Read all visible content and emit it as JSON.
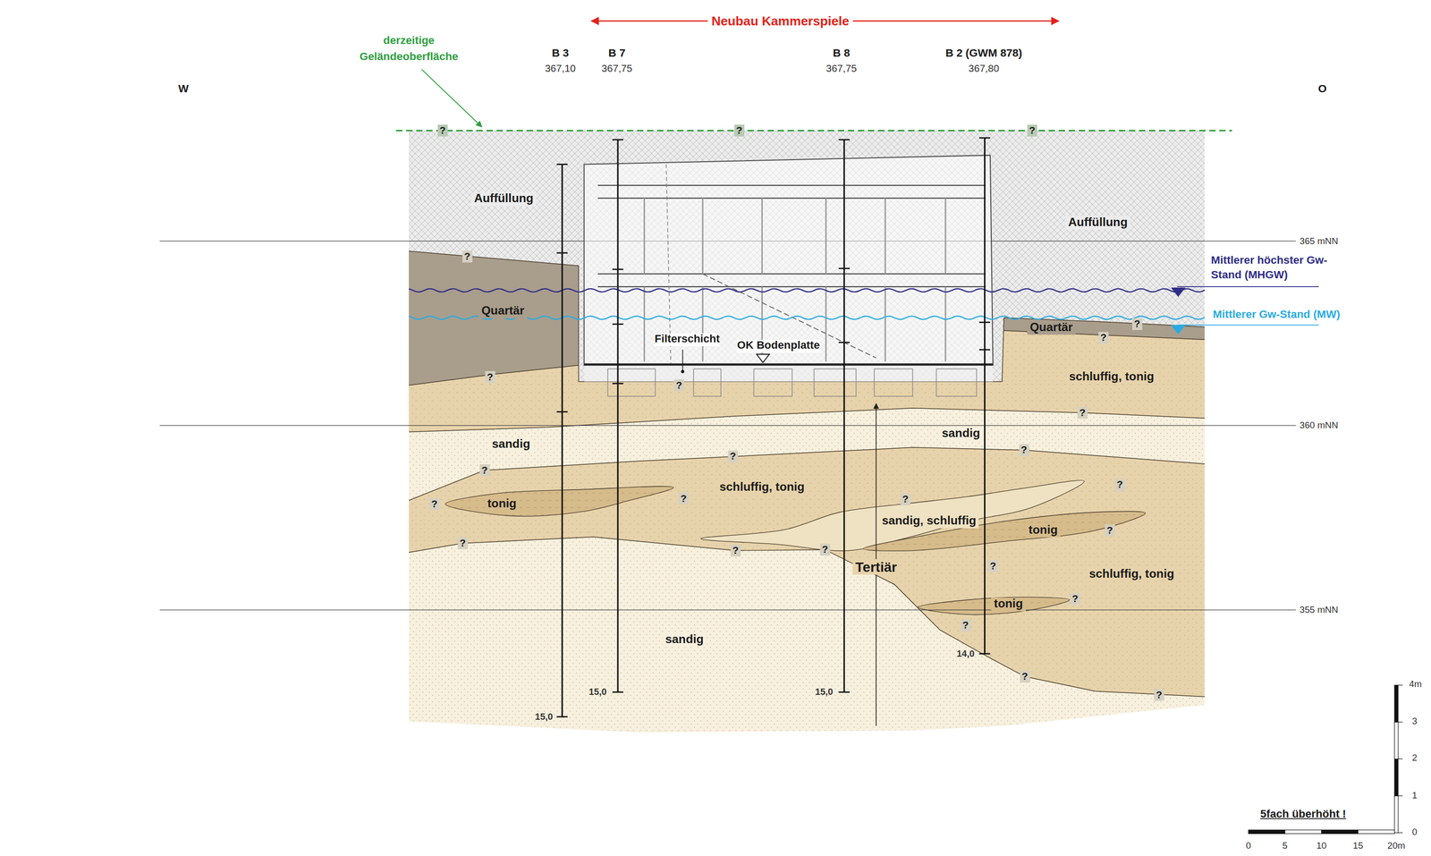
{
  "diagram": {
    "labels": [
      "Neubau Kammerspiele",
      "derzeitige Geländeoberfläche",
      "W",
      "O",
      "B 3",
      "367,10",
      "B 7",
      "367,75",
      "B 8",
      "367,75",
      "B 2 (GWM 878)",
      "367,80",
      "Auffüllung",
      "Auffüllung",
      "Quartär",
      "Quartär",
      "Filterschicht",
      "OK Bodenplatte",
      "schluffig, tonig",
      "sandig",
      "sandig",
      "schluffig, tonig",
      "tonig",
      "sandig, schluffig",
      "tonig",
      "Tertiär",
      "schluffig, tonig",
      "tonig",
      "sandig",
      "Mittlerer höchster Gw-Stand (MHGW)",
      "Mittlerer Gw-Stand (MW)",
      "365 mNN",
      "360 mNN",
      "355 mNN",
      "15,0",
      "15,0",
      "15,0",
      "14,0",
      "4m",
      "3",
      "2",
      "1",
      "0",
      "0",
      "5",
      "10",
      "15",
      "20m",
      "5fach überhöht !",
      "?",
      "?",
      "?",
      "?",
      "?",
      "?",
      "?",
      "?",
      "?",
      "?",
      "?",
      "?",
      "?",
      "?",
      "?",
      "?",
      "?",
      "?",
      "?",
      "?",
      "?",
      "?",
      "?",
      "?",
      "?"
    ]
  }
}
